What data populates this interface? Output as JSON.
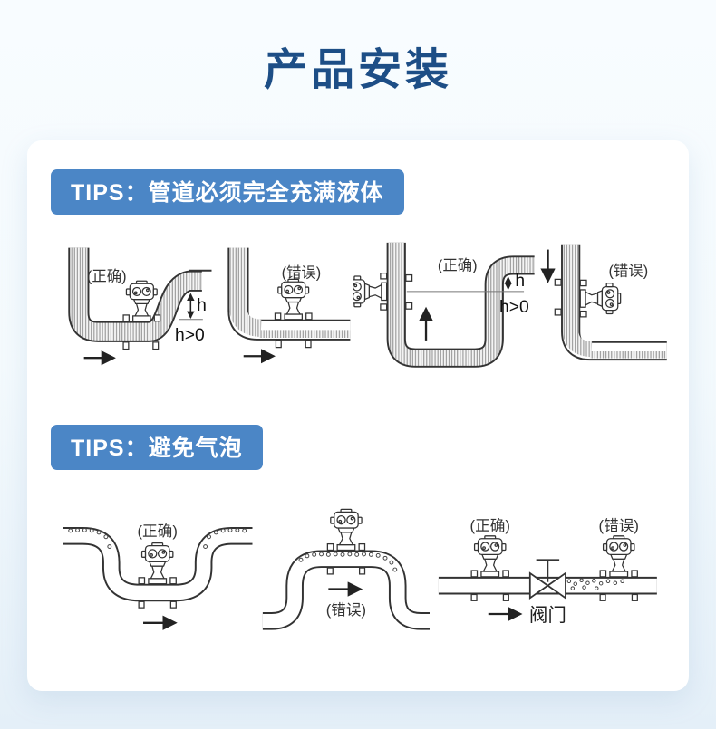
{
  "page": {
    "title": "产品安装",
    "title_color": "#1d4e86",
    "background_top": "#f8fcff",
    "background_bottom": "#e4eff8"
  },
  "card": {
    "background": "#ffffff"
  },
  "colors": {
    "tip_banner_bg": "#4b86c6",
    "tip_banner_text": "#ffffff",
    "diagram_line": "#333333"
  },
  "sections": [
    {
      "tip": "TIPS：管道必须完全充满液体",
      "diagrams": [
        {
          "name": "rise-to-outlet-correct",
          "label": "(正确)",
          "h_label": "h",
          "h_condition": "h>0"
        },
        {
          "name": "partially-filled-horizontal-wrong",
          "label": "(错误)"
        },
        {
          "name": "vertical-upward-flow-correct",
          "label": "(正确)",
          "h_label": "h",
          "h_condition": "h>0"
        },
        {
          "name": "vertical-downward-flow-wrong",
          "label": "(错误)"
        }
      ]
    },
    {
      "tip": "TIPS：避免气泡",
      "diagrams": [
        {
          "name": "low-point-mounting-correct",
          "label": "(正确)"
        },
        {
          "name": "high-point-mounting-wrong",
          "label": "(错误)"
        },
        {
          "name": "valve-upstream-mounting",
          "label_left": "(正确)",
          "label_right": "(错误)",
          "valve_label": "阀门"
        }
      ]
    }
  ]
}
